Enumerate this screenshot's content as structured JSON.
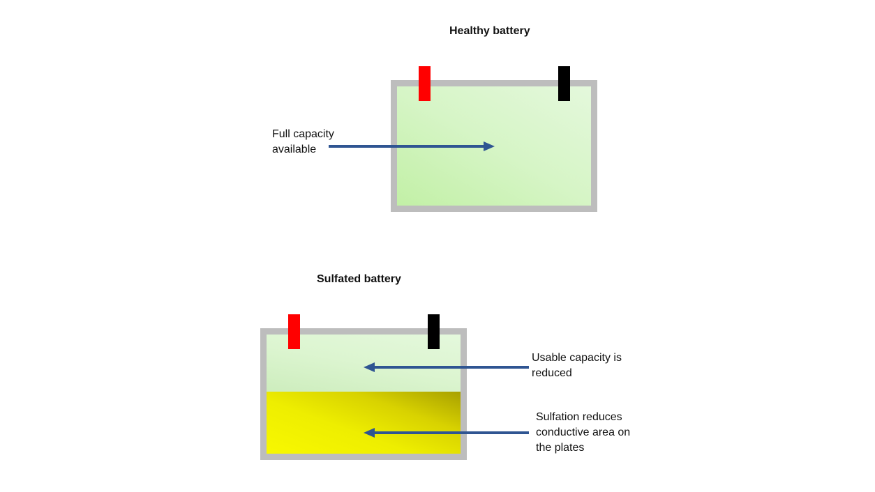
{
  "healthy": {
    "title": "Healthy battery",
    "label": "Full capacity\navailable",
    "colors": {
      "positive_terminal": "#ff0000",
      "negative_terminal": "#000000",
      "fill": "#d4f5c0",
      "casing": "#bdbdbd"
    }
  },
  "sulfated": {
    "title": "Sulfated battery",
    "usable_label": "Usable capacity is\nreduced",
    "sulfation_label": "Sulfation reduces\nconductive area on\nthe plates",
    "usable_fraction": 0.47,
    "colors": {
      "positive_terminal": "#ff0000",
      "negative_terminal": "#000000",
      "usable_fill": "#d8f4c8",
      "sulfation_fill": "#eeee00",
      "casing": "#bdbdbd"
    }
  },
  "arrow_color": "#2f5592"
}
